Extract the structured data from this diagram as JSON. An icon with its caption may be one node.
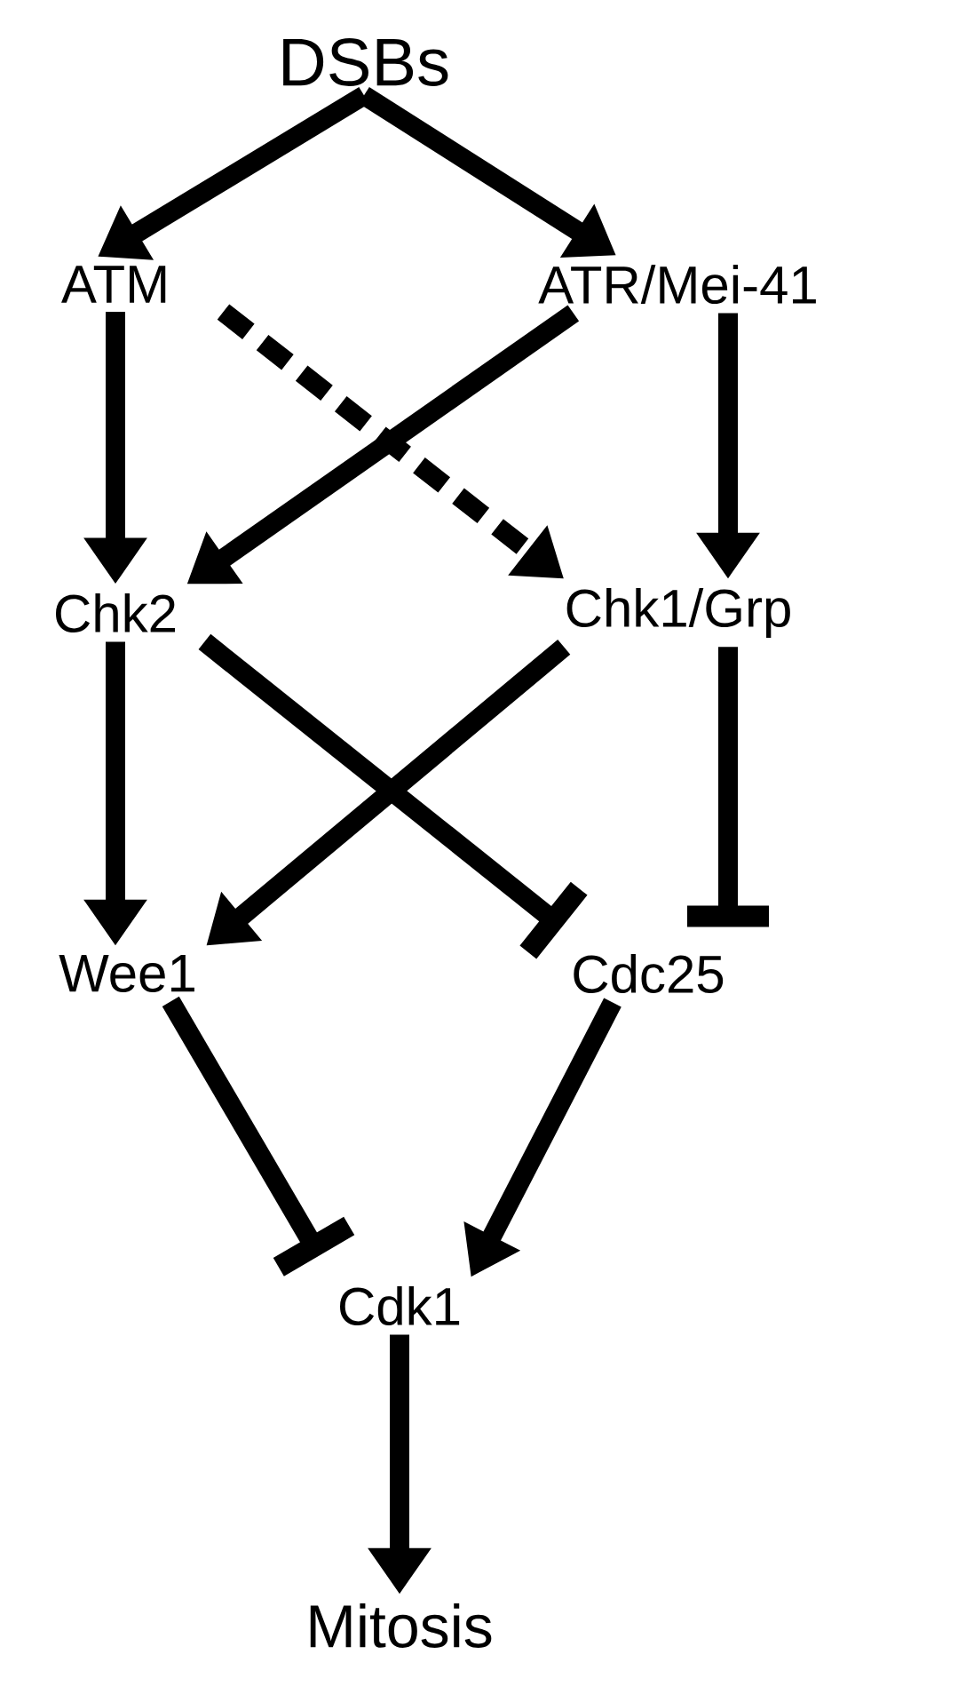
{
  "diagram": {
    "nodes": [
      {
        "text": [
          "DSBs"
        ]
      },
      {
        "text": [
          "ATM"
        ]
      },
      {
        "text": [
          "ATR/Mei-41"
        ]
      },
      {
        "text": [
          "Chk2"
        ]
      },
      {
        "text": [
          "Chk1/Grp"
        ]
      },
      {
        "text": [
          "Wee1"
        ]
      },
      {
        "text": [
          "Cdc25"
        ]
      },
      {
        "text": [
          "Cdk1"
        ]
      },
      {
        "text": [
          "Mitosis"
        ]
      }
    ],
    "edges": [
      {
        "from": 0,
        "to": 1,
        "arrow": "to"
      },
      {
        "from": 0,
        "to": 2,
        "arrow": "to"
      },
      {
        "from": 1,
        "to": 3,
        "arrow": "to"
      },
      {
        "from": 1,
        "to": 4,
        "arrow": "to",
        "style": "dashed"
      },
      {
        "from": 2,
        "to": 3,
        "arrow": "to"
      },
      {
        "from": 2,
        "to": 4,
        "arrow": "to"
      },
      {
        "from": 3,
        "to": 5,
        "arrow": "to"
      },
      {
        "from": 3,
        "to": 6,
        "arrow": "other"
      },
      {
        "from": 4,
        "to": 5,
        "arrow": "to"
      },
      {
        "from": 4,
        "to": 6,
        "arrow": "other"
      },
      {
        "from": 5,
        "to": 7,
        "arrow": "other"
      },
      {
        "from": 6,
        "to": 7,
        "arrow": "to"
      },
      {
        "from": 7,
        "to": 8,
        "arrow": "to"
      }
    ]
  }
}
